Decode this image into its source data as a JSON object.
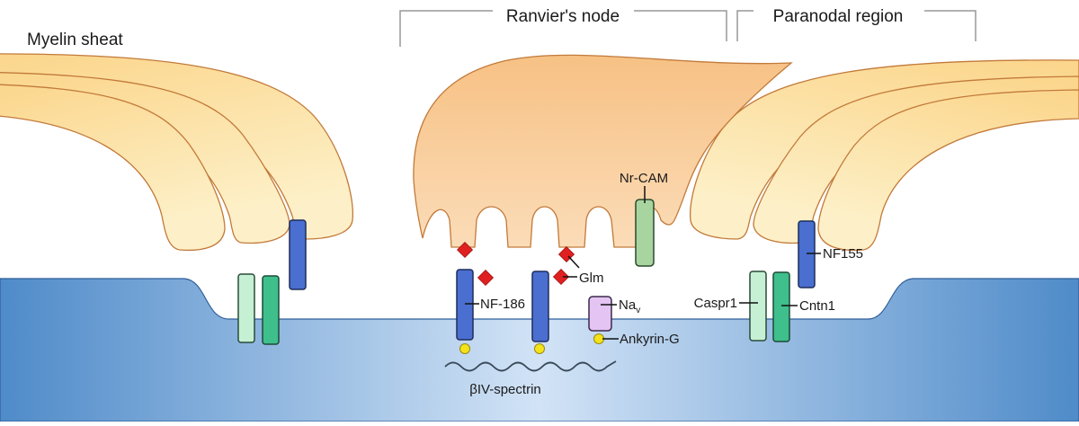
{
  "labels": {
    "myelin_sheath": "Myelin sheat",
    "ranvier_node": "Ranvier's node",
    "paranodal_region": "Paranodal region",
    "nr_cam": "Nr-CAM",
    "nf155": "NF155",
    "nf186": "NF-186",
    "glm": "Glm",
    "nav_main": "Na",
    "nav_sub": "v",
    "ankyrin_g": "Ankyrin-G",
    "spectrin": "βIV-spectrin",
    "caspr1": "Caspr1",
    "cntn1": "Cntn1"
  },
  "colors": {
    "myelin_fill": "#fde8b0",
    "myelin_stroke": "#c27a3a",
    "node_fill": "#f9cf9b",
    "axon_edge": "#4f8bc9",
    "axon_center": "#cfe1f5",
    "nf_blue": "#4a6fd0",
    "caspr_light_green": "#c6f0d4",
    "cntn_teal": "#3fbf8c",
    "nrcam_green": "#a8d4a0",
    "nav_pink": "#e4c4f3",
    "ankyrin_yellow": "#f4e21a",
    "glm_red": "#e02020"
  }
}
